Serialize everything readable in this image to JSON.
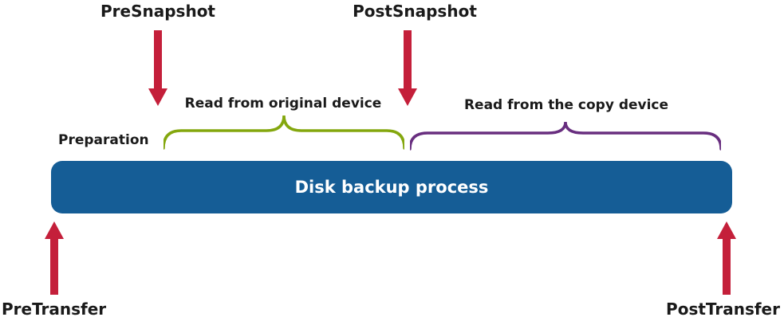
{
  "diagram": {
    "colors": {
      "arrow": "#c41f3a",
      "bar": "#155d96",
      "bar_text": "#ffffff",
      "brace_original": "#84a70e",
      "brace_copy": "#682e7f",
      "text": "#1a1a1a"
    },
    "labels": {
      "pre_snapshot": "PreSnapshot",
      "post_snapshot": "PostSnapshot",
      "preparation": "Preparation",
      "read_original": "Read from original device",
      "read_copy": "Read from the copy device",
      "bar": "Disk backup process",
      "pre_transfer": "PreTransfer",
      "post_transfer": "PostTransfer"
    }
  }
}
